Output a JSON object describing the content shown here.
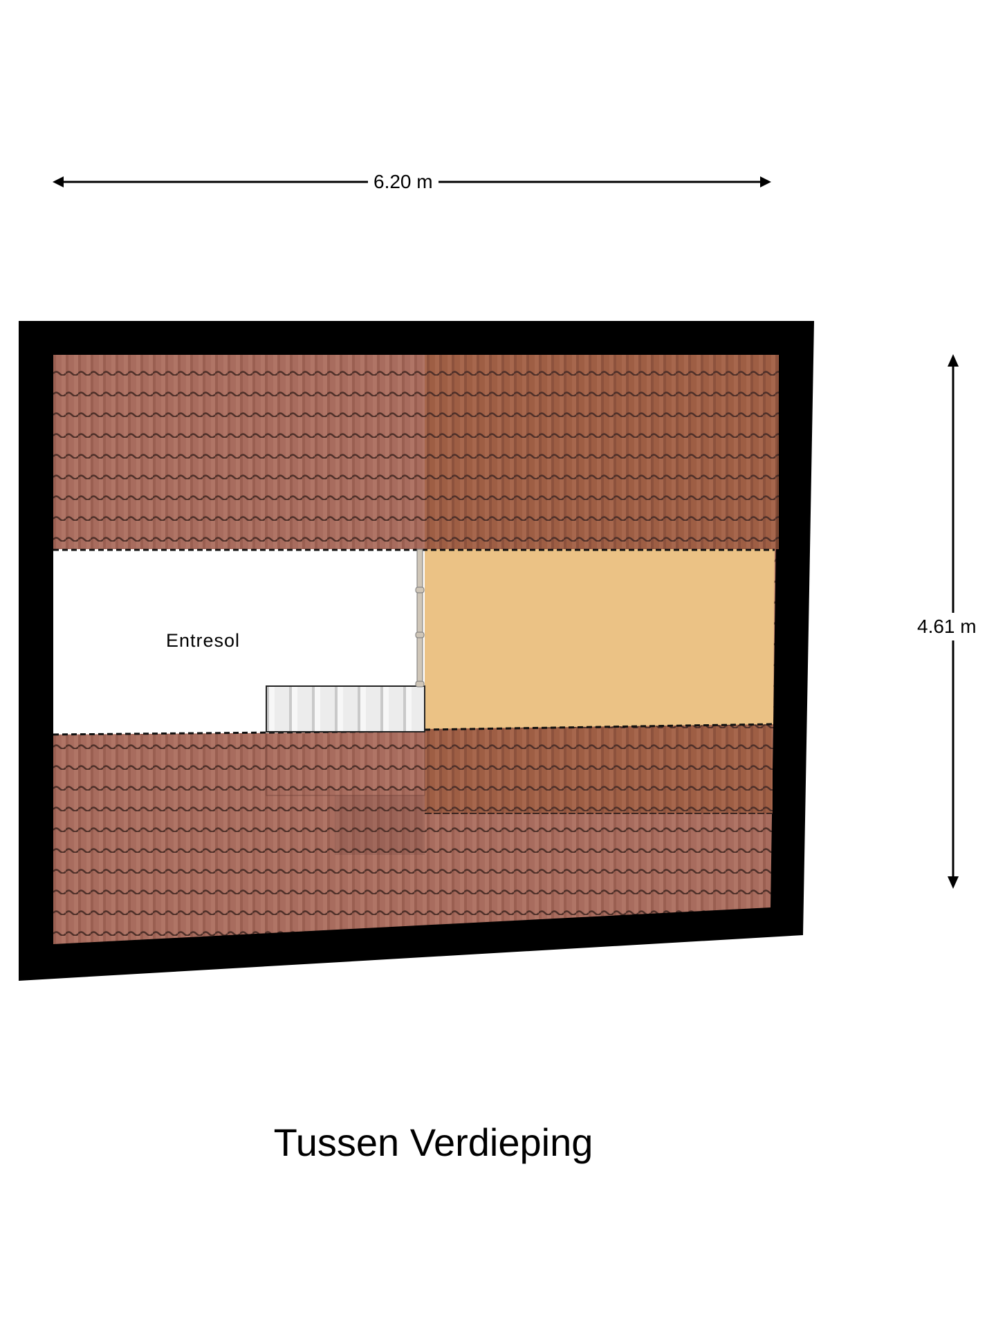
{
  "floorplan": {
    "title": "Tussen Verdieping",
    "dimensions": {
      "width": "6.20 m",
      "depth": "4.61 m"
    },
    "rooms": [
      {
        "label": "Entresol"
      }
    ],
    "colors": {
      "wall": "#000000",
      "roof_tile_light": "#a56a5c",
      "roof_tile_dark": "#9a5a3e",
      "tile_shadow": "#5e3a30",
      "floor_open": "#ffffff",
      "floor_void": "#ebc285",
      "stairs": "#ececec"
    }
  }
}
